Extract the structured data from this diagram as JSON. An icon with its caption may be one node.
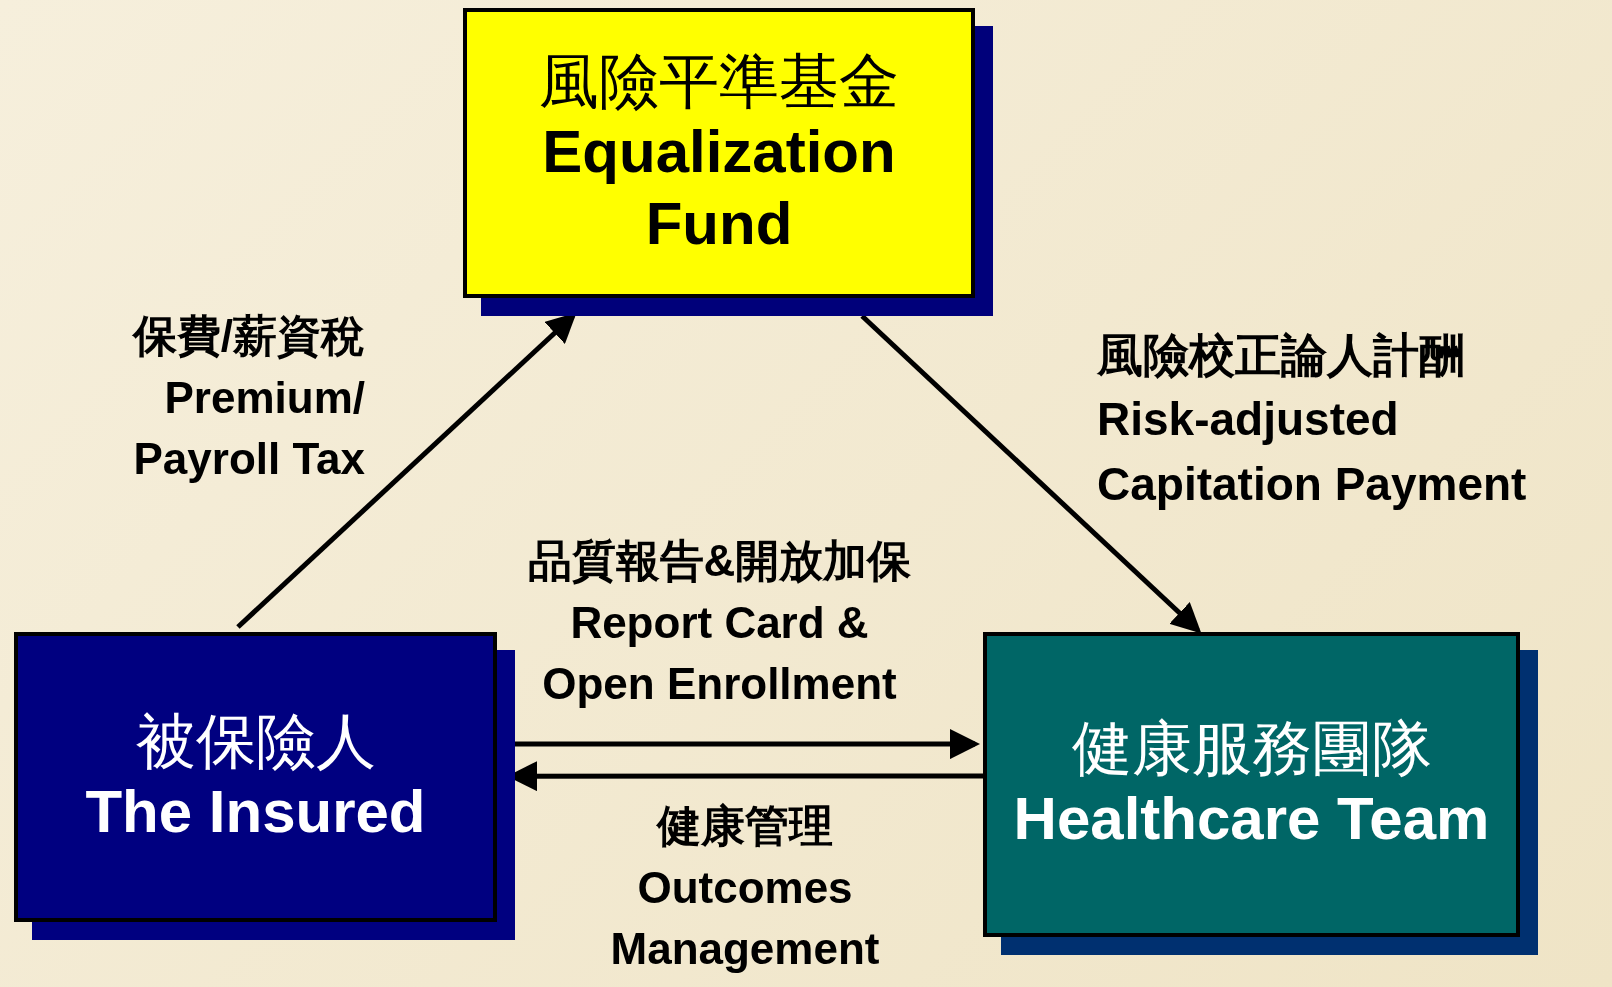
{
  "diagram": {
    "nodes": [
      {
        "text": [
          "風險平準基金",
          "Equalization Fund"
        ]
      },
      {
        "text": [
          "被保險人",
          "The Insured"
        ]
      },
      {
        "text": [
          "健康服務團隊",
          "Healthcare Team"
        ]
      }
    ],
    "edges": [
      {
        "from": 1,
        "to": 0,
        "arrow": "to",
        "label": "保費/薪資稅 Premium/ Payroll Tax"
      },
      {
        "from": 0,
        "to": 2,
        "arrow": "to",
        "label": "風險校正論人計酬 Risk-adjusted Capitation Payment"
      },
      {
        "from": 1,
        "to": 2,
        "arrow": "to",
        "label": "品質報告&開放加保 Report Card & Open Enrollment"
      },
      {
        "from": 2,
        "to": 1,
        "arrow": "to",
        "label": "健康管理 Outcomes Management"
      }
    ]
  }
}
